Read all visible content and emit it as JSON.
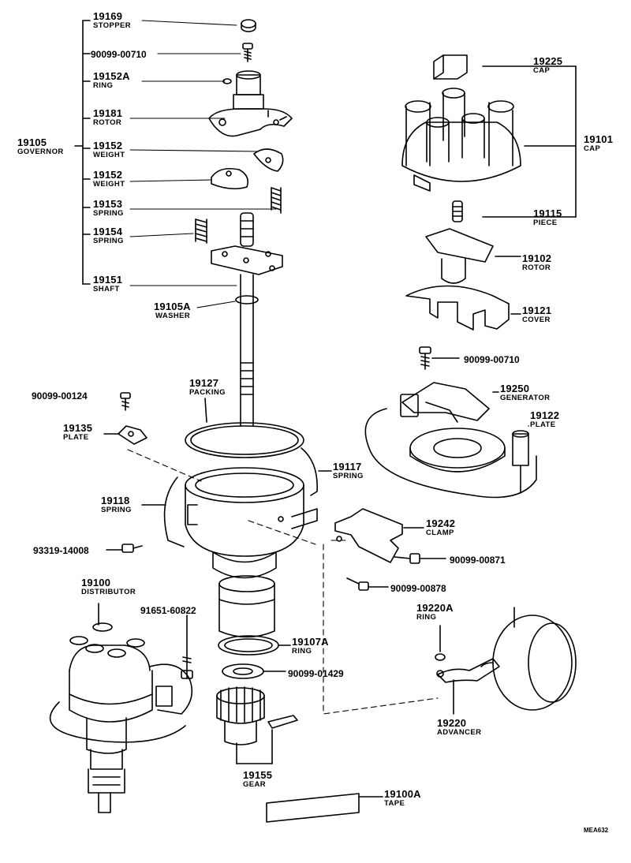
{
  "parts": {
    "p19169": {
      "number": "19169",
      "name": "STOPPER"
    },
    "p9009900710a": {
      "number": "90099-00710"
    },
    "p19152A": {
      "number": "19152A",
      "name": "RING"
    },
    "p19181": {
      "number": "19181",
      "name": "ROTOR"
    },
    "p19105": {
      "number": "19105",
      "name": "GOVERNOR"
    },
    "p19152a": {
      "number": "19152",
      "name": "WEIGHT"
    },
    "p19152b": {
      "number": "19152",
      "name": "WEIGHT"
    },
    "p19153": {
      "number": "19153",
      "name": "SPRING"
    },
    "p19154": {
      "number": "19154",
      "name": "SPRING"
    },
    "p19151": {
      "number": "19151",
      "name": "SHAFT"
    },
    "p19105A": {
      "number": "19105A",
      "name": "WASHER"
    },
    "p19225": {
      "number": "19225",
      "name": "CAP"
    },
    "p19101": {
      "number": "19101",
      "name": "CAP"
    },
    "p19115": {
      "number": "19115",
      "name": "PIECE"
    },
    "p19102": {
      "number": "19102",
      "name": "ROTOR"
    },
    "p19121": {
      "number": "19121",
      "name": "COVER"
    },
    "p9009900710b": {
      "number": "90099-00710"
    },
    "p19250": {
      "number": "19250",
      "name": "GENERATOR"
    },
    "p19122": {
      "number": "19122",
      "name": "PLATE"
    },
    "p9009900124": {
      "number": "90099-00124"
    },
    "p19127": {
      "number": "19127",
      "name": "PACKING"
    },
    "p19135": {
      "number": "19135",
      "name": "PLATE"
    },
    "p19117": {
      "number": "19117",
      "name": "SPRING"
    },
    "p19118": {
      "number": "19118",
      "name": "SPRING"
    },
    "p19242": {
      "number": "19242",
      "name": "CLAMP"
    },
    "p9331914008": {
      "number": "93319-14008"
    },
    "p9009900871": {
      "number": "90099-00871"
    },
    "p9009900878": {
      "number": "90099-00878"
    },
    "p19100": {
      "number": "19100",
      "name": "DISTRIBUTOR"
    },
    "p9165160822": {
      "number": "91651-60822"
    },
    "p19107A": {
      "number": "19107A",
      "name": "RING"
    },
    "p19220A": {
      "number": "19220A",
      "name": "RING"
    },
    "p9009901429": {
      "number": "90099-01429"
    },
    "p19220": {
      "number": "19220",
      "name": "ADVANCER"
    },
    "p19155": {
      "number": "19155",
      "name": "GEAR"
    },
    "p19100A": {
      "number": "19100A",
      "name": "TAPE"
    }
  },
  "drawing_code": "MEA632"
}
